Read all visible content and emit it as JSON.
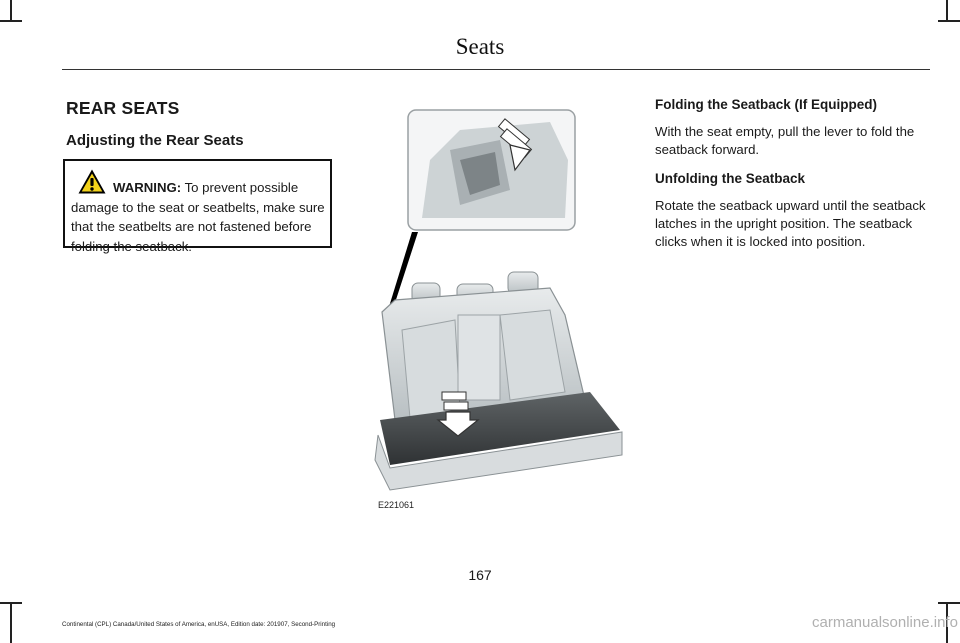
{
  "header": {
    "title": "Seats"
  },
  "section": {
    "heading": "REAR SEATS",
    "subheading": "Adjusting the Rear Seats"
  },
  "warning": {
    "label": "WARNING:",
    "text": " To prevent possible damage to the seat or seatbelts, make sure that the seatbelts are not fastened before folding the seatback."
  },
  "right_column": {
    "folding_heading": "Folding the Seatback (If Equipped)",
    "folding_text": "With the seat empty, pull the lever to fold the seatback forward.",
    "unfolding_heading": "Unfolding the Seatback",
    "unfolding_text": "Rotate the seatback upward until the seatback latches in the upright position. The seatback clicks when it is locked into position."
  },
  "figure": {
    "code": "E221061"
  },
  "page_number": "167",
  "footer": {
    "text": "Continental (CPL) Canada/United States of America, enUSA, Edition date: 201907, Second-Printing"
  },
  "watermark": {
    "text": "carmanualsonline.info"
  }
}
